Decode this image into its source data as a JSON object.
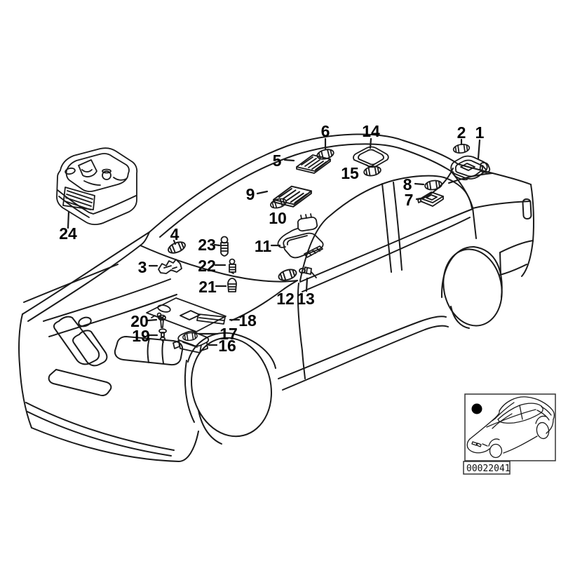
{
  "figure": {
    "type": "vehicle-parts-exploded-diagram",
    "colors": {
      "line": "#1a1a1a",
      "background": "#ffffff",
      "dot": "#000000"
    },
    "callouts": {
      "c1": "1",
      "c2": "2",
      "c3": "3",
      "c4": "4",
      "c5": "5",
      "c6": "6",
      "c7": "7",
      "c8": "8",
      "c9": "9",
      "c10": "10",
      "c11": "11",
      "c12": "12",
      "c13": "13",
      "c14": "14",
      "c15": "15",
      "c16": "16",
      "c17": "17",
      "c18": "18",
      "c19": "19",
      "c20": "20",
      "c21": "21",
      "c22": "22",
      "c23": "23",
      "c24": "24"
    },
    "thumbnail_code": "00022041"
  }
}
